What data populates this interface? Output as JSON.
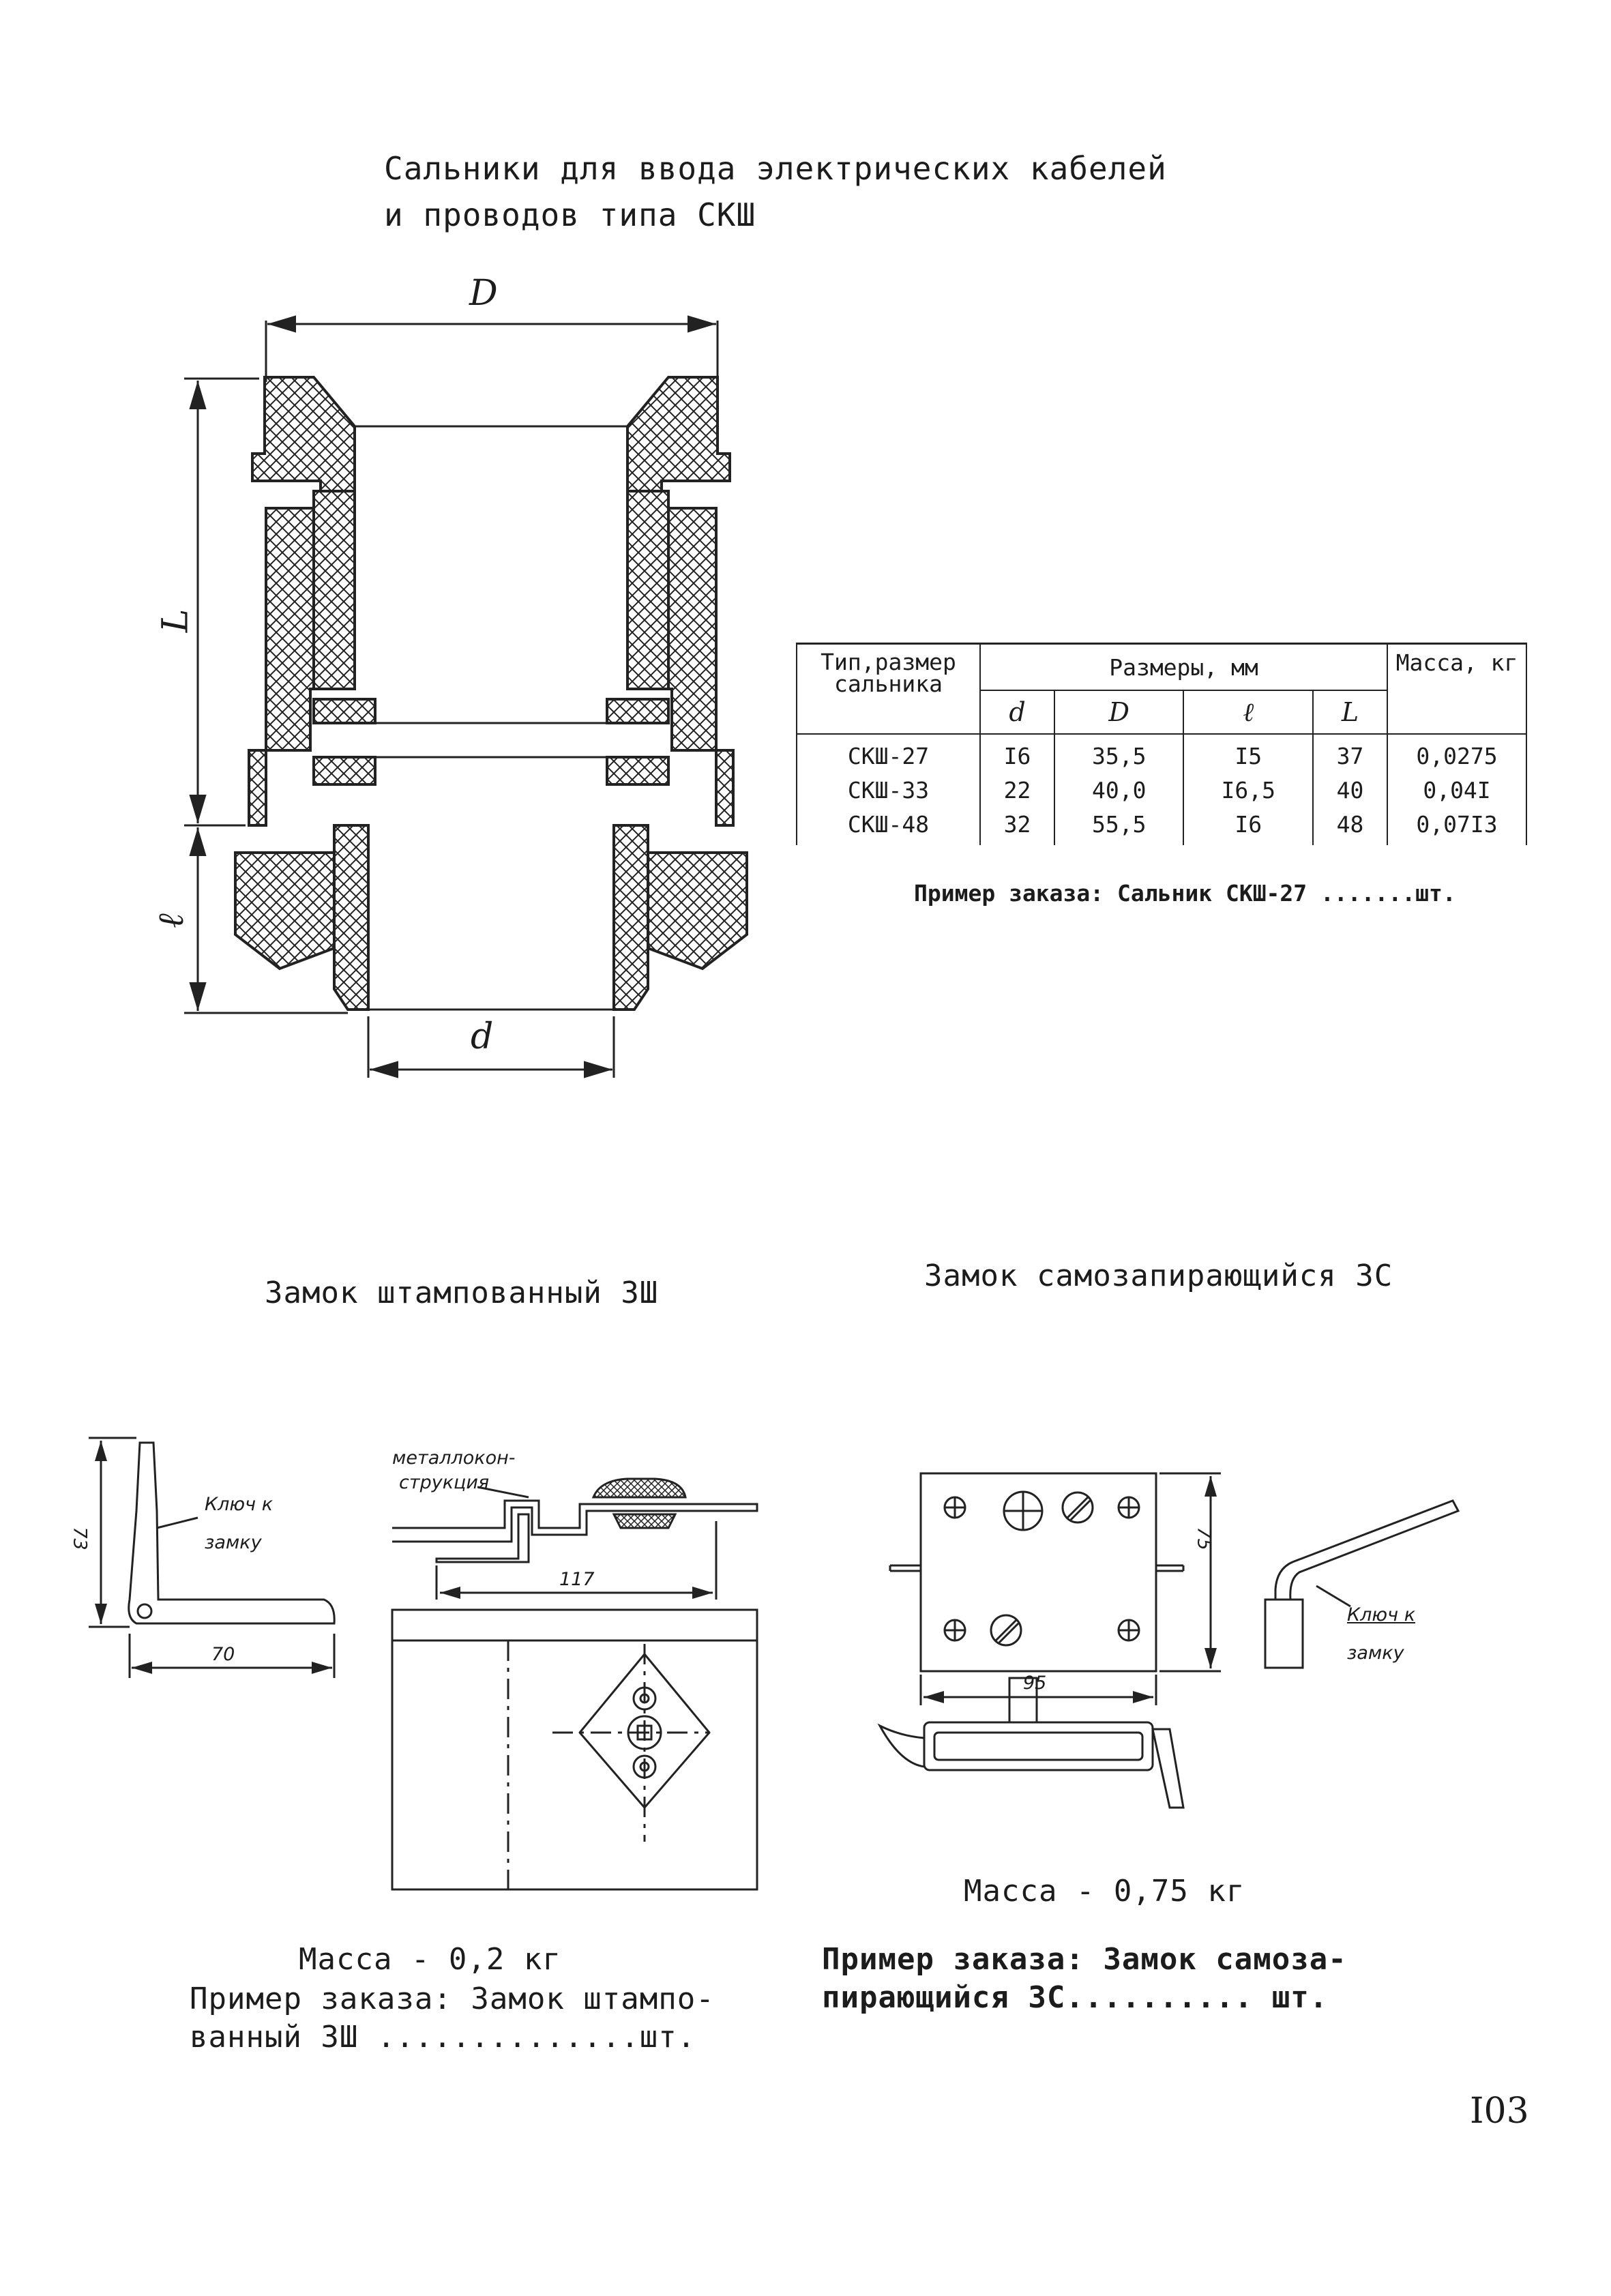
{
  "title": {
    "line1": "Сальники для ввода электрических кабелей",
    "line2": "и проводов типа СКШ"
  },
  "gland_drawing": {
    "dim_D": "D",
    "dim_L": "L",
    "dim_l": "ℓ",
    "dim_d": "d"
  },
  "spec_table": {
    "col_type": "Тип,размер сальника",
    "col_sizes": "Размеры, мм",
    "col_mass": "Масса, кг",
    "sub_d": "d",
    "sub_D": "D",
    "sub_l": "ℓ",
    "sub_L": "L",
    "rows": [
      {
        "type": "СКШ-27",
        "d": "I6",
        "D": "35,5",
        "l": "I5",
        "L": "37",
        "mass": "0,0275"
      },
      {
        "type": "СКШ-33",
        "d": "22",
        "D": "40,0",
        "l": "I6,5",
        "L": "40",
        "mass": "0,04I"
      },
      {
        "type": "СКШ-48",
        "d": "32",
        "D": "55,5",
        "l": "I6",
        "L": "48",
        "mass": "0,07I3"
      }
    ]
  },
  "gland_order_example": "Пример заказа: Сальник СКШ-27 .......шт.",
  "lock_stamped": {
    "title": "Замок штампованный ЗШ",
    "dim_73": "73",
    "dim_70": "70",
    "dim_117": "117",
    "key_label_1": "Ключ к",
    "key_label_2": "замку",
    "metal_label_1": "металлокон-",
    "metal_label_2": "струкция",
    "mass": "Масса - 0,2 кг",
    "order_line1": "Пример заказа: Замок штампо-",
    "order_line2": "ванный ЗШ ..............шт."
  },
  "lock_selflock": {
    "title": "Замок самозапирающийся ЗС",
    "dim_75": "75",
    "dim_95": "95",
    "key_label_1": "Ключ к",
    "key_label_2": "замку",
    "mass": "Масса - 0,75 кг",
    "order_line1": "Пример заказа: Замок самоза-",
    "order_line2": "пирающийся ЗС.......... шт."
  },
  "page_number": "I03"
}
